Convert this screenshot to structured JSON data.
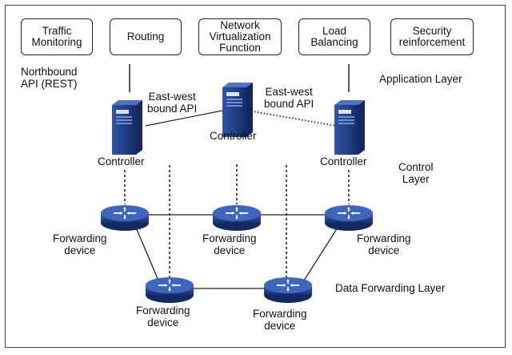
{
  "applications": [
    {
      "id": "traffic",
      "label": "Traffic\nMonitoring"
    },
    {
      "id": "routing",
      "label": "Routing"
    },
    {
      "id": "nfv",
      "label": "Network\nVirtualization\nFunction"
    },
    {
      "id": "load",
      "label": "Load\nBalancing"
    },
    {
      "id": "security",
      "label": "Security\nreinforcement"
    }
  ],
  "northbound_label": "Northbound\nAPI (REST)",
  "eastwest_label_left": "East-west\nbound API",
  "eastwest_label_right": "East-west\nbound API",
  "layers": {
    "application": "Application Layer",
    "control": "Control\nLayer",
    "data": "Data Forwarding Layer"
  },
  "controller_label": "Controller",
  "forwarding_label": "Forwarding\ndevice",
  "colors": {
    "server": "#1f3f85",
    "router": "#1f3f85",
    "line": "#222222"
  }
}
